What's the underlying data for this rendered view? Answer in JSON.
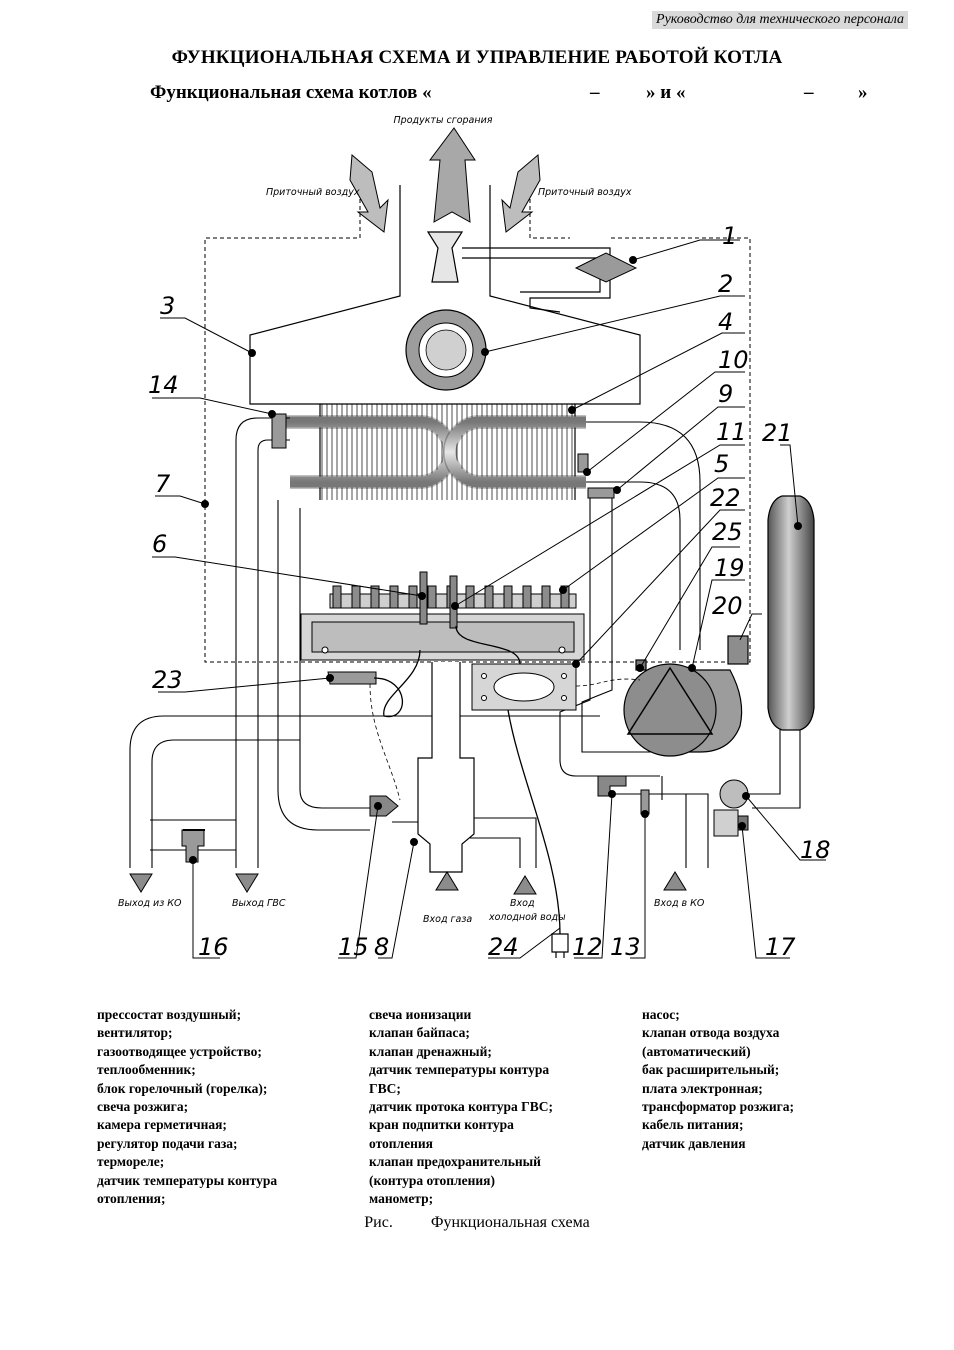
{
  "header": {
    "doc_tag": "Руководство для технического персонала",
    "title": "ФУНКЦИОНАЛЬНАЯ СХЕМА И УПРАВЛЕНИЕ РАБОТОЙ КОТЛА",
    "subtitle": "Функциональная схема котлов «",
    "dash1": "–",
    "mid": "» и «",
    "dash2": "–",
    "end": "»"
  },
  "diagram": {
    "labels": {
      "combustion_products": "Продукты сгорания",
      "intake_air_left": "Приточный воздух",
      "intake_air_right": "Приточный воздух",
      "heating_outlet": "Выход из КО",
      "dhw_outlet": "Выход ГВС",
      "gas_inlet": "Вход газа",
      "cold_water_inlet_1": "Вход",
      "cold_water_inlet_2": "холодной воды",
      "heating_inlet": "Вход в КО"
    },
    "callouts": [
      "1",
      "2",
      "3",
      "4",
      "5",
      "6",
      "7",
      "8",
      "9",
      "10",
      "11",
      "12",
      "13",
      "14",
      "15",
      "16",
      "17",
      "18",
      "19",
      "20",
      "21",
      "22",
      "23",
      "24",
      "25"
    ]
  },
  "legend": {
    "col1": [
      "прессостат воздушный;",
      "вентилятор;",
      "газоотводящее устройство;",
      "теплообменник;",
      "блок горелочный (горелка);",
      "свеча розжига;",
      "камера герметичная;",
      "регулятор подачи газа;",
      "термореле;",
      "датчик температуры контура",
      "отопления;"
    ],
    "col2": [
      "свеча ионизации",
      "клапан байпаса;",
      "клапан дренажный;",
      "датчик температуры контура",
      "ГВС;",
      "датчик протока контура ГВС;",
      "кран подпитки контура",
      "отопления",
      "клапан предохранительный",
      "(контура отопления)",
      "манометр;"
    ],
    "col3": [
      "насос;",
      "клапан отвода воздуха",
      "(автоматический)",
      "бак расширительный;",
      "плата электронная;",
      "трансформатор розжига;",
      "кабель питания;",
      " датчик давления"
    ]
  },
  "caption": {
    "prefix": "Рис.",
    "text": "Функциональная схема"
  }
}
